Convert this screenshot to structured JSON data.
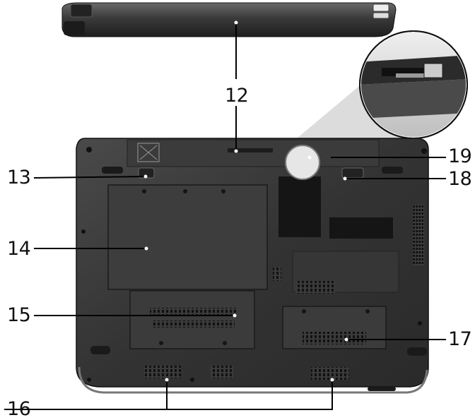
{
  "diagram": {
    "callouts": [
      {
        "id": "12",
        "label": "12"
      },
      {
        "id": "13",
        "label": "13"
      },
      {
        "id": "14",
        "label": "14"
      },
      {
        "id": "15",
        "label": "15"
      },
      {
        "id": "16",
        "label": "16"
      },
      {
        "id": "17",
        "label": "17"
      },
      {
        "id": "18",
        "label": "18"
      },
      {
        "id": "19",
        "label": "19"
      }
    ]
  },
  "colors": {
    "body": "#2f2f2f",
    "panel": "#3a3a3a",
    "vent": "#1a1a1a",
    "line": "#000000",
    "magnifier_fill": "#dcdcdc"
  }
}
